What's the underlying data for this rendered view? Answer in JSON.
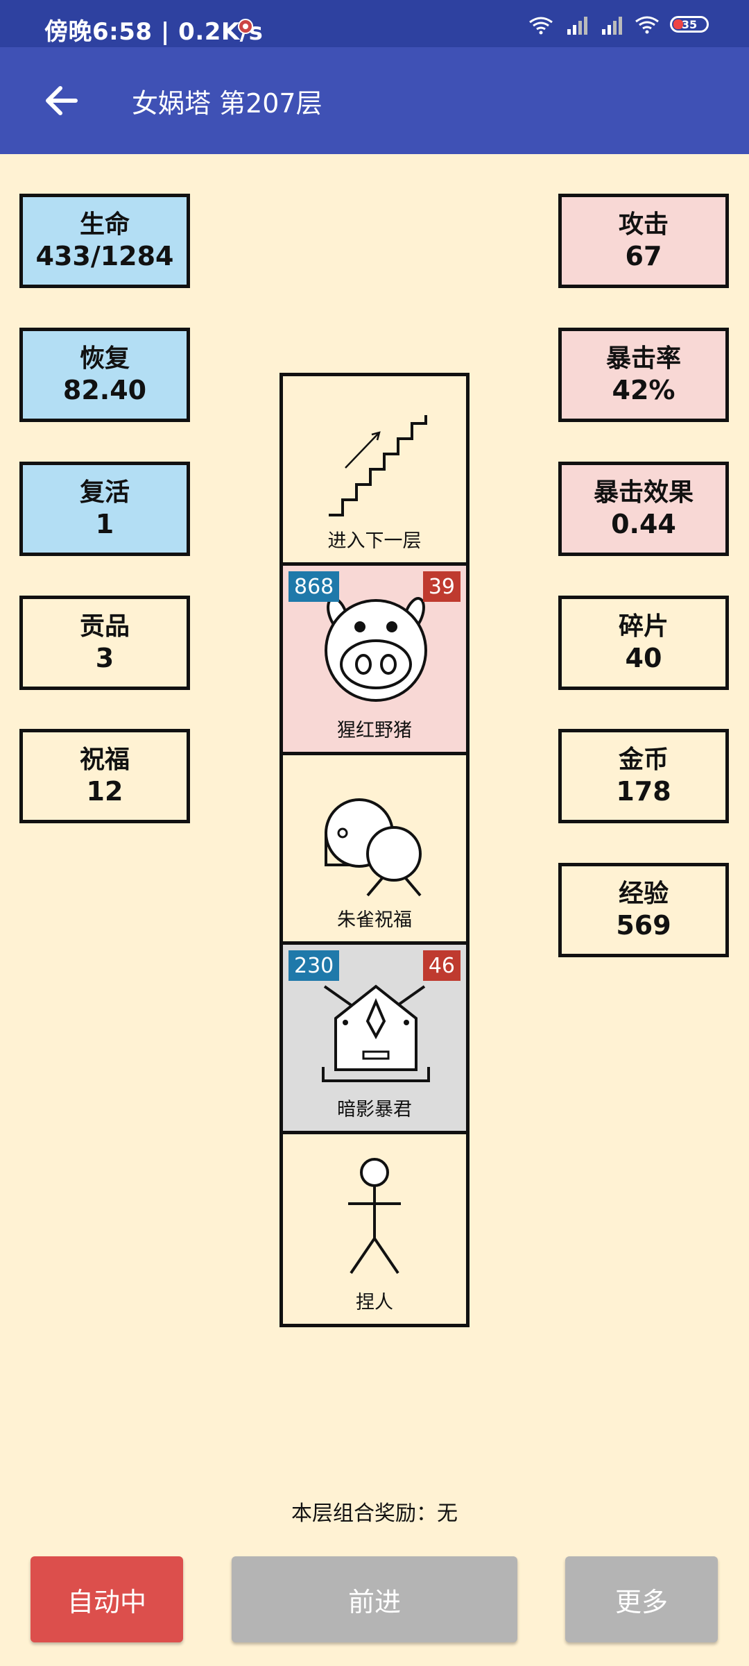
{
  "status_bar": {
    "time": "傍晚6:58 | 0.2K/s",
    "battery": "35"
  },
  "header": {
    "title": "女娲塔 第207层"
  },
  "stats_left": [
    {
      "label": "生命",
      "value": "433/1284",
      "color": "#b3def4"
    },
    {
      "label": "恢复",
      "value": "82.40",
      "color": "#b3def4"
    },
    {
      "label": "复活",
      "value": "1",
      "color": "#b3def4"
    },
    {
      "label": "贡品",
      "value": "3",
      "color": "#fff2d3"
    },
    {
      "label": "祝福",
      "value": "12",
      "color": "#fff2d3"
    }
  ],
  "stats_right": [
    {
      "label": "攻击",
      "value": "67",
      "color": "#f8d8d5"
    },
    {
      "label": "暴击率",
      "value": "42%",
      "color": "#f8d8d5"
    },
    {
      "label": "暴击效果",
      "value": "0.44",
      "color": "#f8d8d5"
    },
    {
      "label": "碎片",
      "value": "40",
      "color": "#fff2d3"
    },
    {
      "label": "金币",
      "value": "178",
      "color": "#fff2d3"
    },
    {
      "label": "经验",
      "value": "569",
      "color": "#fff2d3"
    }
  ],
  "tower": {
    "cells": [
      {
        "label": "进入下一层",
        "icon": "stairs-icon"
      },
      {
        "label": "猩红野猪",
        "icon": "pig-icon",
        "hp": "868",
        "atk": "39"
      },
      {
        "label": "朱雀祝福",
        "icon": "blessing-icon"
      },
      {
        "label": "暗影暴君",
        "icon": "tyrant-icon",
        "hp": "230",
        "atk": "46"
      },
      {
        "label": "捏人",
        "icon": "stick-figure-icon"
      }
    ]
  },
  "combo_reward": "本层组合奖励：无",
  "buttons": {
    "auto": "自动中",
    "forward": "前进",
    "more": "更多"
  },
  "colors": {
    "app_bar": "#3f51b5",
    "status_bar": "#2e41a0",
    "background": "#fff2d3",
    "auto_button": "#dc4f4c",
    "disabled_button": "#b4b4b4",
    "hp_badge": "#1f79aa",
    "atk_badge": "#bf3a2f"
  }
}
